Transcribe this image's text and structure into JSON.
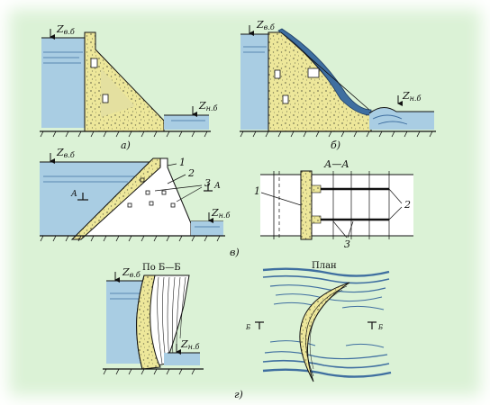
{
  "colors": {
    "background": "#dbf2d6",
    "water": "#a9cde3",
    "water_dark": "#3f6fa0",
    "concrete": "#ede79a",
    "concrete_speckle": "#7a7a55",
    "ground": "#222222"
  },
  "panels": {
    "a": {
      "label": "а)",
      "upstream_level": {
        "base": "Z",
        "sub": "в.б"
      },
      "downstream_level": {
        "base": "Z",
        "sub": "н.б"
      }
    },
    "b": {
      "label": "б)",
      "upstream_level": {
        "base": "Z",
        "sub": "в.б"
      },
      "downstream_level": {
        "base": "Z",
        "sub": "н.б"
      }
    },
    "v": {
      "label": "в)",
      "upstream_level": {
        "base": "Z",
        "sub": "в.б"
      },
      "downstream_level": {
        "base": "Z",
        "sub": "н.б"
      },
      "section_marker": "А",
      "callouts": [
        "1",
        "2",
        "3"
      ]
    },
    "v_section": {
      "title": "А—А",
      "callouts": [
        "1",
        "2",
        "3"
      ]
    },
    "g": {
      "label": "г)",
      "section_title": "По Б—Б",
      "upstream_level": {
        "base": "Z",
        "sub": "в.б"
      },
      "downstream_level": {
        "base": "Z",
        "sub": "н.б"
      }
    },
    "g_plan": {
      "title": "План",
      "section_marker": "Б"
    }
  }
}
